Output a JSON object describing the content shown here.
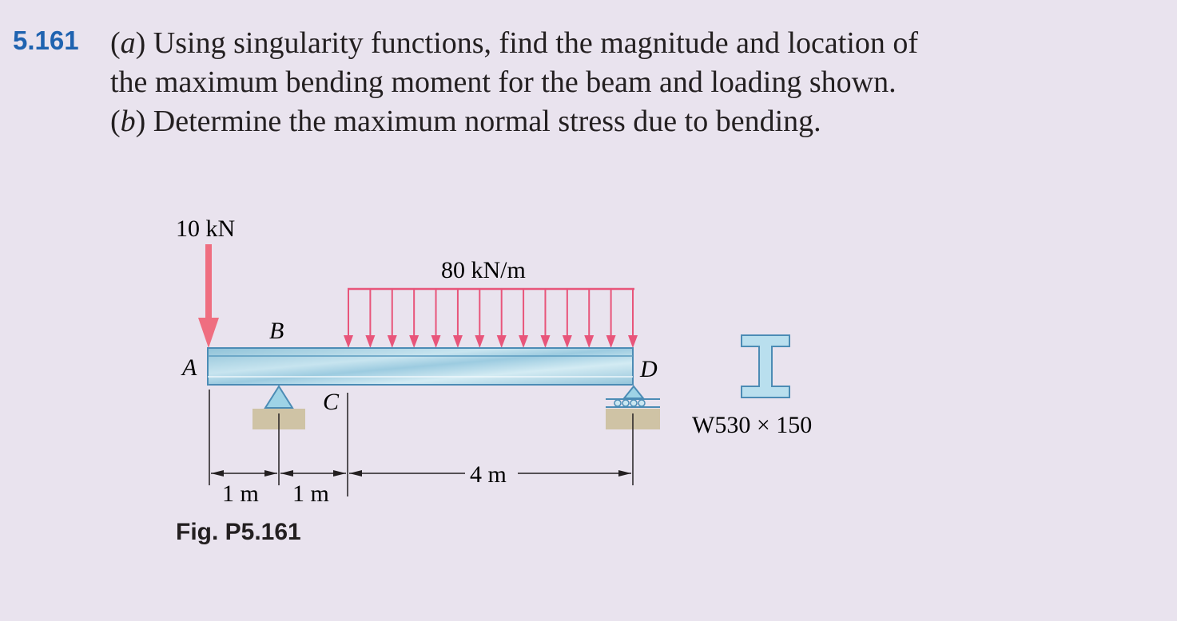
{
  "problem": {
    "number": "5.161",
    "line1_prefix": "(",
    "line1_part": "a",
    "line1_text": ") Using singularity functions, find the magnitude and location of",
    "line2_text": "the maximum bending moment for the beam and loading shown.",
    "line3_prefix": "(",
    "line3_part": "b",
    "line3_text": ") Determine the maximum normal stress due to bending."
  },
  "figure": {
    "caption": "Fig. P5.161",
    "point_load_label": "10 kN",
    "distributed_load_label": "80 kN/m",
    "point_labels": {
      "A": "A",
      "B": "B",
      "C": "C",
      "D": "D"
    },
    "section_label": "W530 × 150",
    "dimensions": {
      "ab": "1 m",
      "bc": "1 m",
      "cd": "4 m"
    },
    "colors": {
      "load": "#e8557a",
      "point_load_arrow": "#ef6e80",
      "beam_fill": "#a9d2e2",
      "beam_stroke": "#4c8cb5",
      "support_fill": "#9ed3e6",
      "ground": "#cfc3a5",
      "background": "#e9e3ee",
      "problem_number": "#1f63b0"
    }
  }
}
